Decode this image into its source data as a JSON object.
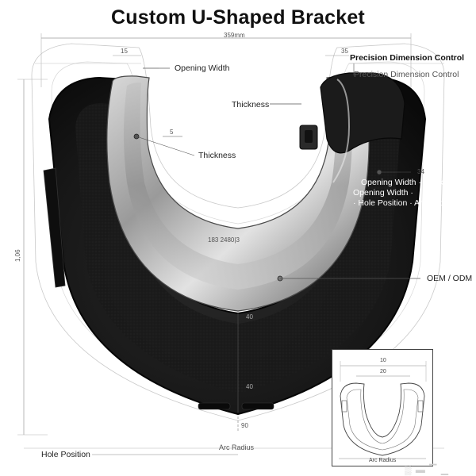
{
  "title": "Custom U-Shaped Bracket",
  "dimensions": {
    "overall_width": "359mm",
    "top_left": "15",
    "top_right": "35",
    "height": "1,06",
    "inner_small": "5",
    "side_right": "34",
    "mid_label": "183   2480|3",
    "bottom_small_1": "40",
    "bottom_small_2": "40",
    "bottom_90": "90"
  },
  "callouts": {
    "opening_width": "Opening Width",
    "precision_bold": "Precision Dimension Control",
    "precision_light": "Precision Dimension Control",
    "thickness_top": "Thickness",
    "thickness_left": "Thickness",
    "features_line1": "Opening Width · Thickness ·",
    "features_line2": "Opening Width ·",
    "features_line3": "· Hole Position · Arc Radius",
    "oem": "OEM / ODM",
    "hole_position": "Hole Position",
    "arc_radius": "Arc Radius"
  },
  "inset": {
    "dim_top": "10",
    "dim_second": "20",
    "arc_radius": "Arc Radius"
  },
  "colors": {
    "body_dark": "#1c1c1c",
    "body_edge": "#050505",
    "metal_light": "#c8c8c8",
    "metal_dark": "#6e6e6e",
    "line": "#9a9a9a"
  }
}
